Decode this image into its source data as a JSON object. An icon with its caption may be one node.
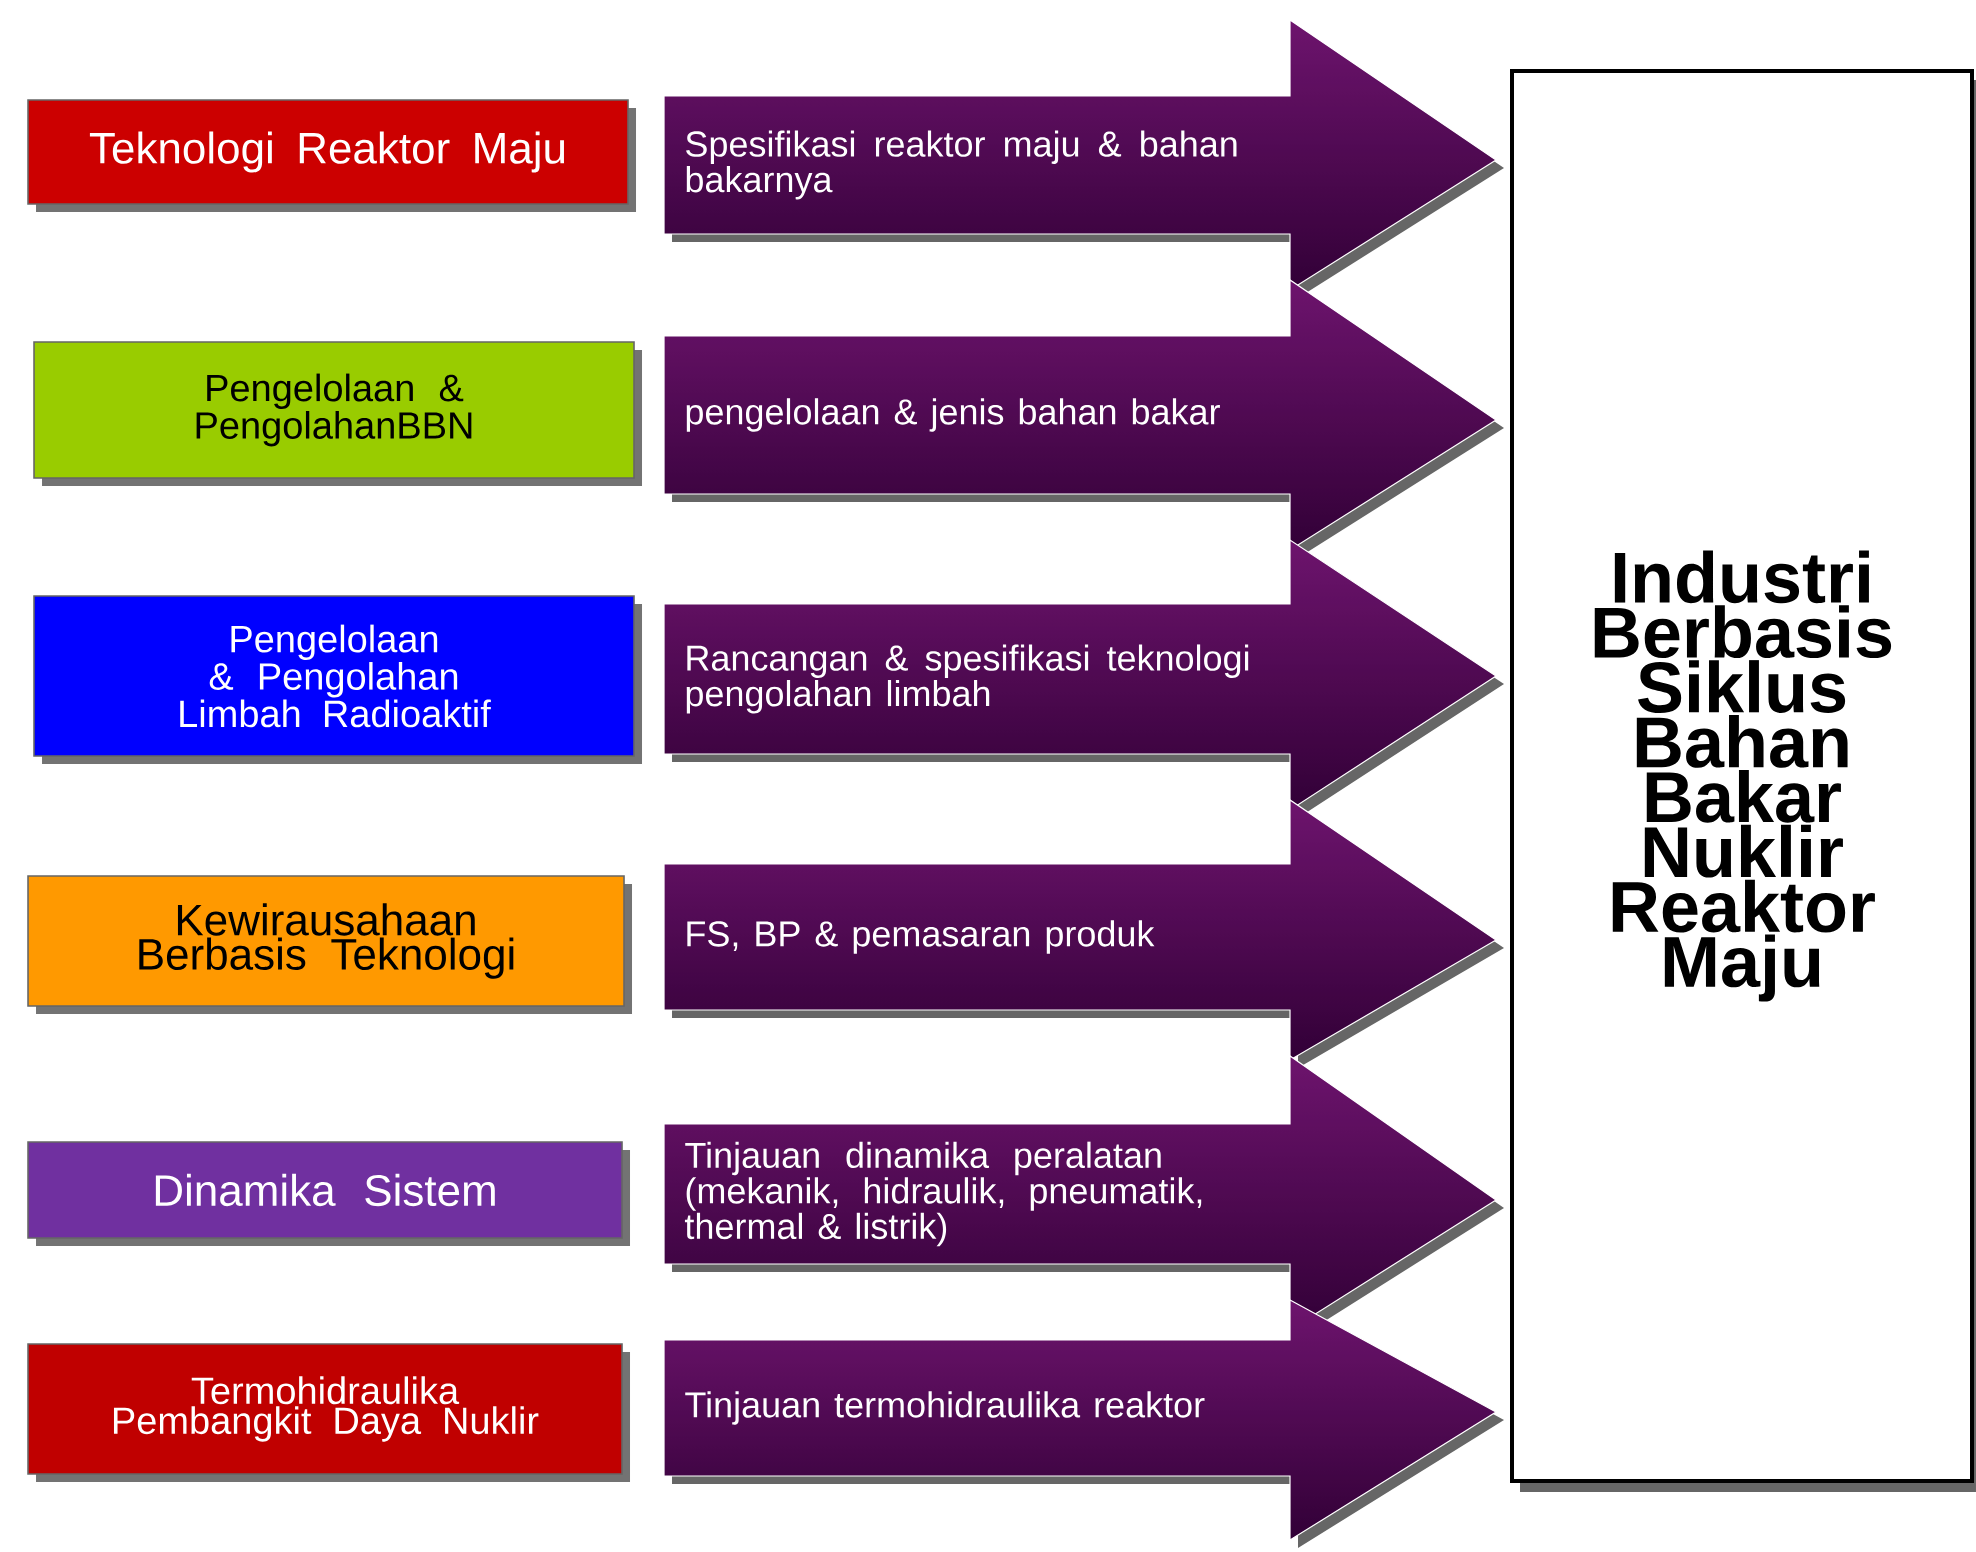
{
  "diagram": {
    "nodes": [
      {
        "text": [
          "Teknologi Reaktor Maju"
        ]
      },
      {
        "text": [
          "Pengelolaan & PengolahanBBN"
        ]
      },
      {
        "text": [
          "Pengelolaan & Pengolahan Limbah Radioaktif"
        ]
      },
      {
        "text": [
          "Kewirausahaan Berbasis Teknologi"
        ]
      },
      {
        "text": [
          "Dinamika Sistem"
        ]
      },
      {
        "text": [
          "Termohidraulika Pembangkit Daya Nuklir"
        ]
      },
      {
        "text": [
          "Spesifikasi reaktor maju & bahan bakarnya"
        ]
      },
      {
        "text": [
          "pengelolaan & jenis bahan bakar"
        ]
      },
      {
        "text": [
          "Rancangan & spesifikasi teknologi pengolahan limbah"
        ]
      },
      {
        "text": [
          "FS, BP & pemasaran produk"
        ]
      },
      {
        "text": [
          "Tinjauan dinamika peralatan (mekanik, hidraulik, pneumatik, thermal & listrik)"
        ]
      },
      {
        "text": [
          "Tinjauan termohidraulika reaktor"
        ]
      },
      {
        "text": [
          "Industri Berbasis Siklus Bahan Bakar Nuklir Reaktor Maju"
        ]
      }
    ]
  }
}
